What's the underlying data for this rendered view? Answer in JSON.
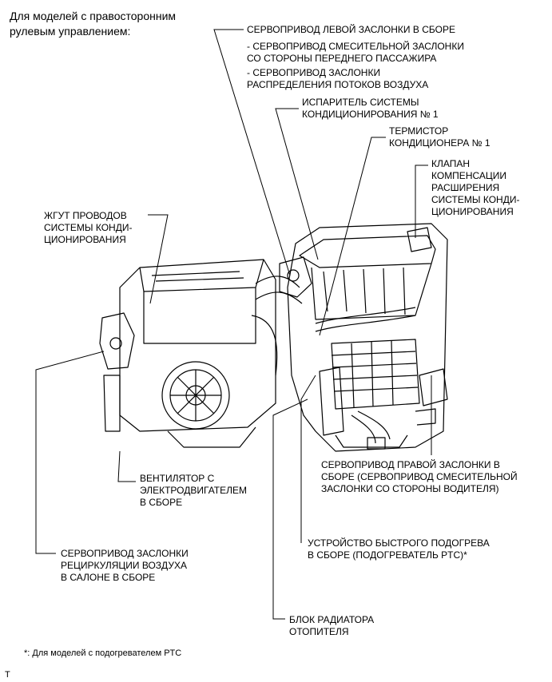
{
  "header": {
    "title": "Для моделей с правосторонним\nрулевым управлением:"
  },
  "labels": {
    "left_damper_servo": "СЕРВОПРИВОД ЛЕВОЙ ЗАСЛОНКИ В СБОРЕ",
    "left_damper_sub1": "- СЕРВОПРИВОД СМЕСИТЕЛЬНОЙ ЗАСЛОНКИ\nСО СТОРОНЫ ПЕРЕДНЕГО ПАССАЖИРА",
    "left_damper_sub2": "- СЕРВОПРИВОД ЗАСЛОНКИ\nРАСПРЕДЕЛЕНИЯ ПОТОКОВ ВОЗДУХА",
    "evaporator": "ИСПАРИТЕЛЬ СИСТЕМЫ\nКОНДИЦИОНИРОВАНИЯ № 1",
    "thermistor": "ТЕРМИСТОР\nКОНДИЦИОНЕРА № 1",
    "expansion_valve": "КЛАПАН\nКОМПЕНСАЦИИ\nРАСШИРЕНИЯ\nСИСТЕМЫ КОНДИ-\nЦИОНИРОВАНИЯ",
    "wire_harness": "ЖГУТ ПРОВОДОВ\nСИСТЕМЫ КОНДИ-\nЦИОНИРОВАНИЯ",
    "blower": "ВЕНТИЛЯТОР С\nЭЛЕКТРОДВИГАТЕЛЕМ\nВ СБОРЕ",
    "right_damper_servo": "СЕРВОПРИВОД ПРАВОЙ ЗАСЛОНКИ В\nСБОРЕ (СЕРВОПРИВОД СМЕСИТЕЛЬНОЙ\nЗАСЛОНКИ СО СТОРОНЫ ВОДИТЕЛЯ)",
    "ptc_heater": "УСТРОЙСТВО БЫСТРОГО ПОДОГРЕВА\nВ СБОРЕ (ПОДОГРЕВАТЕЛЬ PTC)*",
    "recirc_servo": "СЕРВОПРИВОД ЗАСЛОНКИ\nРЕЦИРКУЛЯЦИИ ВОЗДУХА\nВ САЛОНЕ В СБОРЕ",
    "heater_core": "БЛОК РАДИАТОРА\nОТОПИТЕЛЯ"
  },
  "footnote": "*: Для моделей с подогревателем PTC",
  "corner_mark": "T"
}
